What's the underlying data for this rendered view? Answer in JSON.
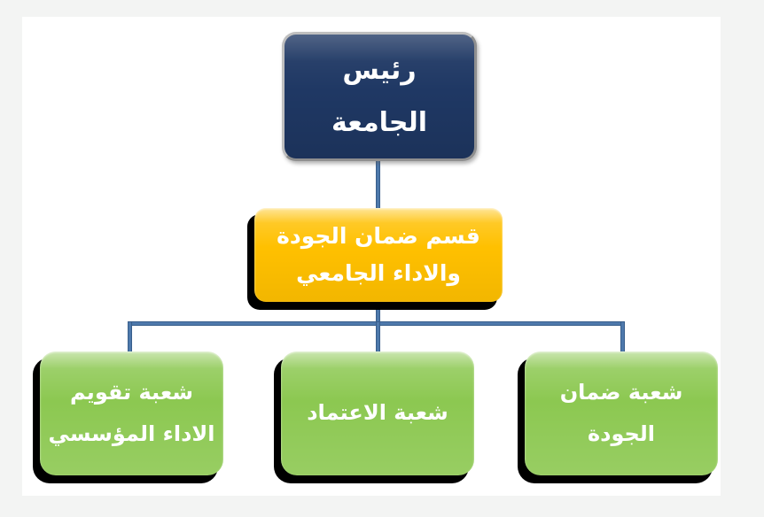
{
  "org_chart": {
    "root": {
      "label_lines": [
        "رئيس",
        "الجامعة"
      ]
    },
    "department": {
      "label_lines": [
        "قسم ضمان الجودة",
        "والاداء الجامعي"
      ]
    },
    "divisions": [
      {
        "position": "left",
        "label_lines": [
          "شعبة تقويم",
          "الاداء المؤسسي"
        ]
      },
      {
        "position": "middle",
        "label_lines": [
          "شعبة الاعتماد"
        ]
      },
      {
        "position": "right",
        "label_lines": [
          "شعبة ضمان",
          "الجودة"
        ]
      }
    ],
    "colors": {
      "root_fill": "#1F3864",
      "department_fill": "#FFC000",
      "division_fill": "#8CC851",
      "connector": "#4E79AC",
      "text": "#FFFFFF",
      "page_bg": "#F3F4F3",
      "board_bg": "#FFFFFF"
    }
  }
}
